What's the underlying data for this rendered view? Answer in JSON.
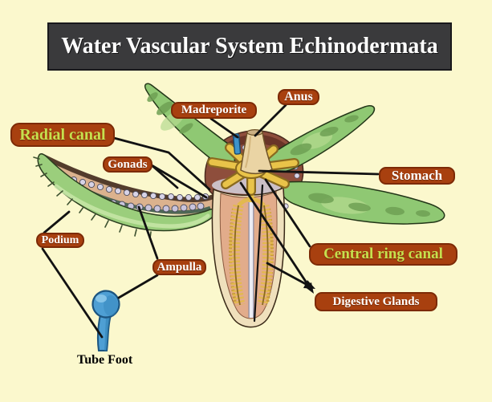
{
  "title": "Water Vascular System Echinodermata",
  "labels": {
    "radial_canal": "Radial canal",
    "madreporite": "Madreporite",
    "anus": "Anus",
    "gonads": "Gonads",
    "stomach": "Stomach",
    "podium": "Podium",
    "ampulla": "Ampulla",
    "central_ring_canal": "Central ring canal",
    "digestive_glands": "Digestive Glands",
    "tube_foot": "Tube Foot"
  },
  "colors": {
    "background": "#FBF8CD",
    "title_bar_bg": "#3A3A3C",
    "title_text": "#FFFFFF",
    "label_box_bg": "#A8400F",
    "label_box_border": "#7C2A06",
    "label_text_white": "#FFFFFF",
    "label_text_green": "#C6E04E",
    "leader_line": "#121212",
    "arm_green": "#8FC873",
    "arm_green_light": "#BCDF9D",
    "arm_patch_olive": "#6FA054",
    "disc_brown": "#8E4E3C",
    "ring_canal_gold": "#E9C349",
    "arm_interior_pink": "#E2AC8B",
    "arm_outer_cream": "#EFE0BC",
    "ampulla_bulb": "#D7D3E6",
    "tube_foot_blue": "#4E9FD4"
  }
}
